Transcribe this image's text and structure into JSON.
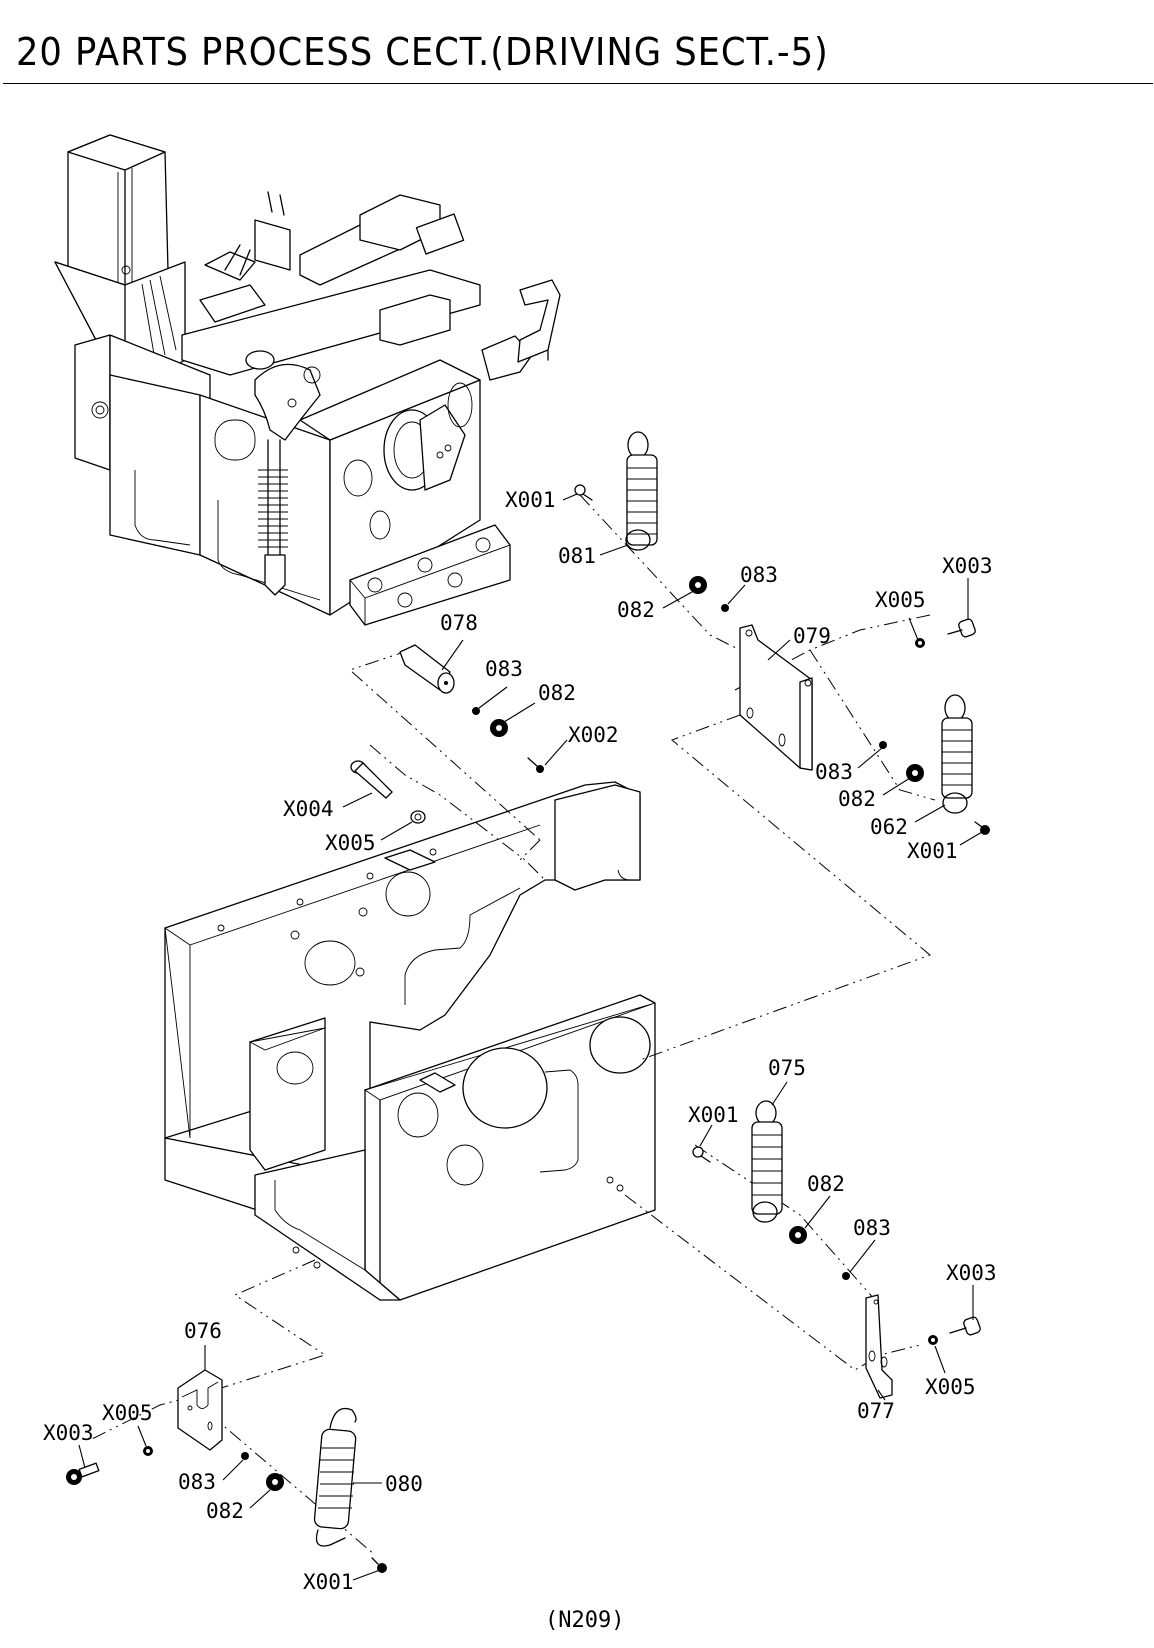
{
  "header": {
    "title": "20 PARTS PROCESS CECT.(DRIVING SECT.-5)"
  },
  "diagram": {
    "drawing_number": "(N209)",
    "callouts": [
      {
        "id": "c1",
        "label": "X001"
      },
      {
        "id": "c2",
        "label": "081"
      },
      {
        "id": "c3",
        "label": "082"
      },
      {
        "id": "c4",
        "label": "083"
      },
      {
        "id": "c5",
        "label": "X003"
      },
      {
        "id": "c6",
        "label": "X005"
      },
      {
        "id": "c7",
        "label": "079"
      },
      {
        "id": "c8",
        "label": "078"
      },
      {
        "id": "c9",
        "label": "083"
      },
      {
        "id": "c10",
        "label": "082"
      },
      {
        "id": "c11",
        "label": "X002"
      },
      {
        "id": "c12",
        "label": "083"
      },
      {
        "id": "c13",
        "label": "082"
      },
      {
        "id": "c14",
        "label": "062"
      },
      {
        "id": "c15",
        "label": "X001"
      },
      {
        "id": "c16",
        "label": "X004"
      },
      {
        "id": "c17",
        "label": "X005"
      },
      {
        "id": "c18",
        "label": "075"
      },
      {
        "id": "c19",
        "label": "X001"
      },
      {
        "id": "c20",
        "label": "082"
      },
      {
        "id": "c21",
        "label": "083"
      },
      {
        "id": "c22",
        "label": "X003"
      },
      {
        "id": "c23",
        "label": "X005"
      },
      {
        "id": "c24",
        "label": "077"
      },
      {
        "id": "c25",
        "label": "076"
      },
      {
        "id": "c26",
        "label": "X005"
      },
      {
        "id": "c27",
        "label": "X003"
      },
      {
        "id": "c28",
        "label": "083"
      },
      {
        "id": "c29",
        "label": "082"
      },
      {
        "id": "c30",
        "label": "080"
      },
      {
        "id": "c31",
        "label": "X001"
      }
    ]
  }
}
